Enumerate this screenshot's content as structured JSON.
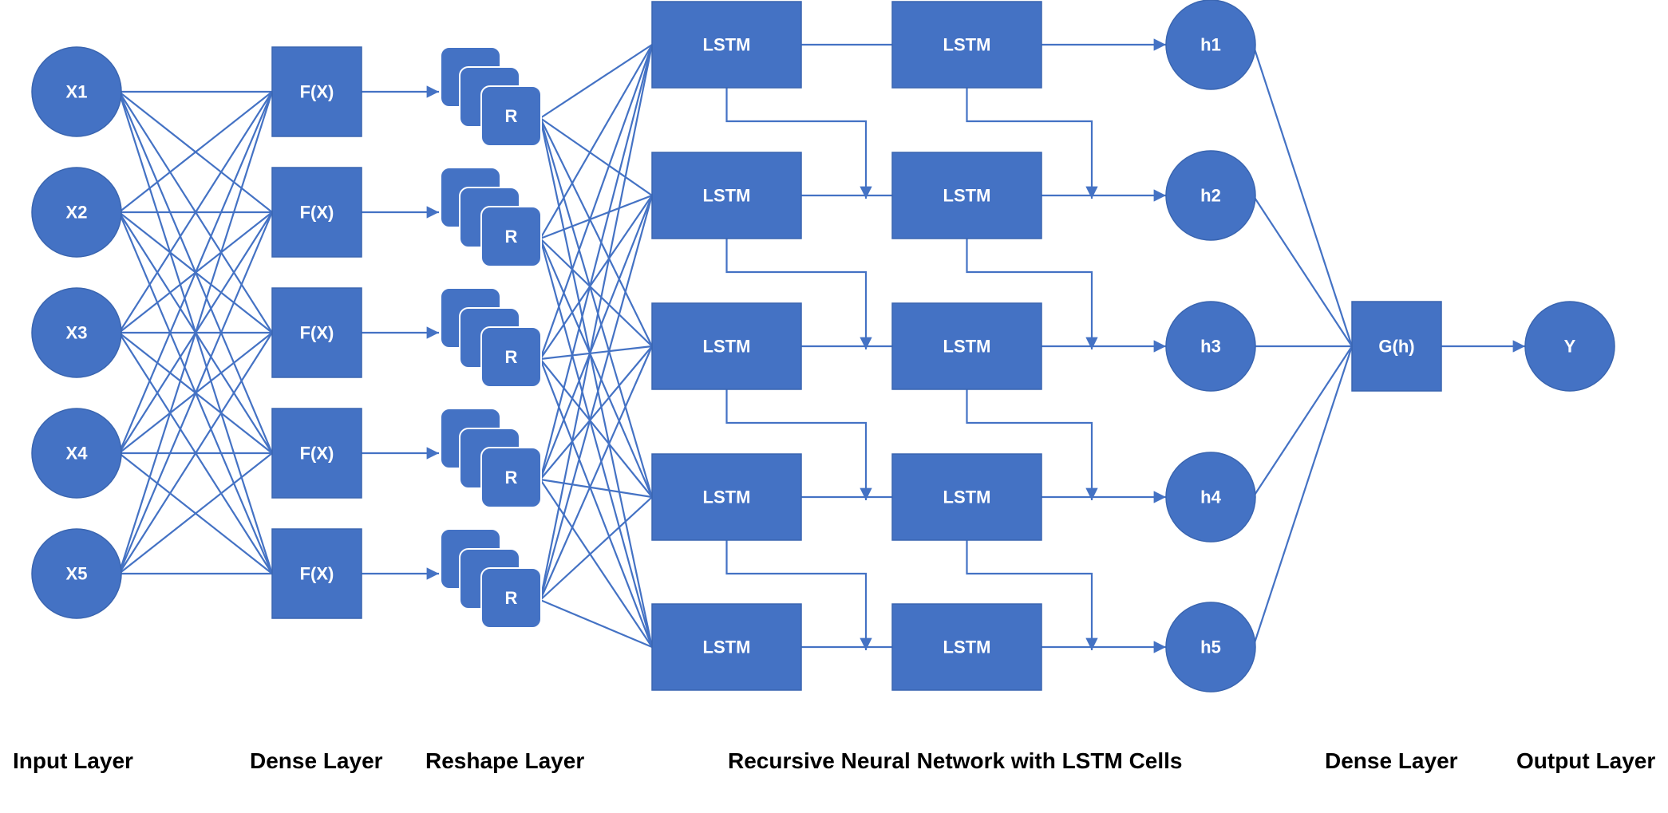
{
  "colors": {
    "node_fill": "#4472C4",
    "node_stroke": "#3A65B0",
    "line": "#4472C4",
    "label_text": "#FFFFFF",
    "layer_text": "#000000"
  },
  "layers": {
    "input": {
      "title": "Input Layer",
      "nodes": [
        "X1",
        "X2",
        "X3",
        "X4",
        "X5"
      ]
    },
    "dense": {
      "title": "Dense Layer",
      "nodes": [
        "F(X)",
        "F(X)",
        "F(X)",
        "F(X)",
        "F(X)"
      ]
    },
    "reshape": {
      "title": "Reshape Layer",
      "nodes": [
        "R",
        "R",
        "R",
        "R",
        "R"
      ]
    },
    "rnn": {
      "title": "Recursive Neural Network with LSTM Cells",
      "columns": [
        [
          "LSTM",
          "LSTM",
          "LSTM",
          "LSTM",
          "LSTM"
        ],
        [
          "LSTM",
          "LSTM",
          "LSTM",
          "LSTM",
          "LSTM"
        ]
      ]
    },
    "hidden": {
      "nodes": [
        "h1",
        "h2",
        "h3",
        "h4",
        "h5"
      ]
    },
    "dense2": {
      "title": "Dense Layer",
      "node": "G(h)"
    },
    "output": {
      "title": "Output Layer",
      "node": "Y"
    }
  }
}
